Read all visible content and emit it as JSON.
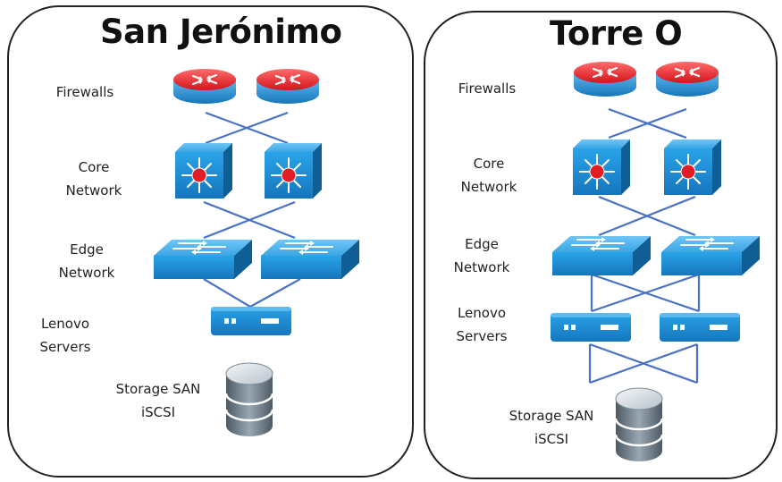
{
  "left_site": {
    "title": "San Jerónimo",
    "labels": {
      "firewalls": "Firewalls",
      "core_line1": "Core",
      "core_line2": "Network",
      "edge_line1": "Edge",
      "edge_line2": "Network",
      "servers_line1": "Lenovo",
      "servers_line2": "Servers",
      "storage_line1": "Storage SAN",
      "storage_line2": "iSCSI"
    }
  },
  "right_site": {
    "title": "Torre O",
    "labels": {
      "firewalls": "Firewalls",
      "core_line1": "Core",
      "core_line2": "Network",
      "edge_line1": "Edge",
      "edge_line2": "Network",
      "servers_line1": "Lenovo",
      "servers_line2": "Servers",
      "storage_line1": "Storage SAN",
      "storage_line2": "iSCSI"
    }
  },
  "icons": {
    "firewall": "router-icon",
    "core": "core-switch-icon",
    "edge": "edge-switch-icon",
    "server": "server-icon",
    "storage": "storage-database-icon"
  },
  "colors": {
    "router_red": "#e31d25",
    "device_blue": "#1a8fd1",
    "device_dark": "#0d5f95",
    "link_blue": "#4a72c4",
    "storage_grey": "#6d7b87"
  }
}
